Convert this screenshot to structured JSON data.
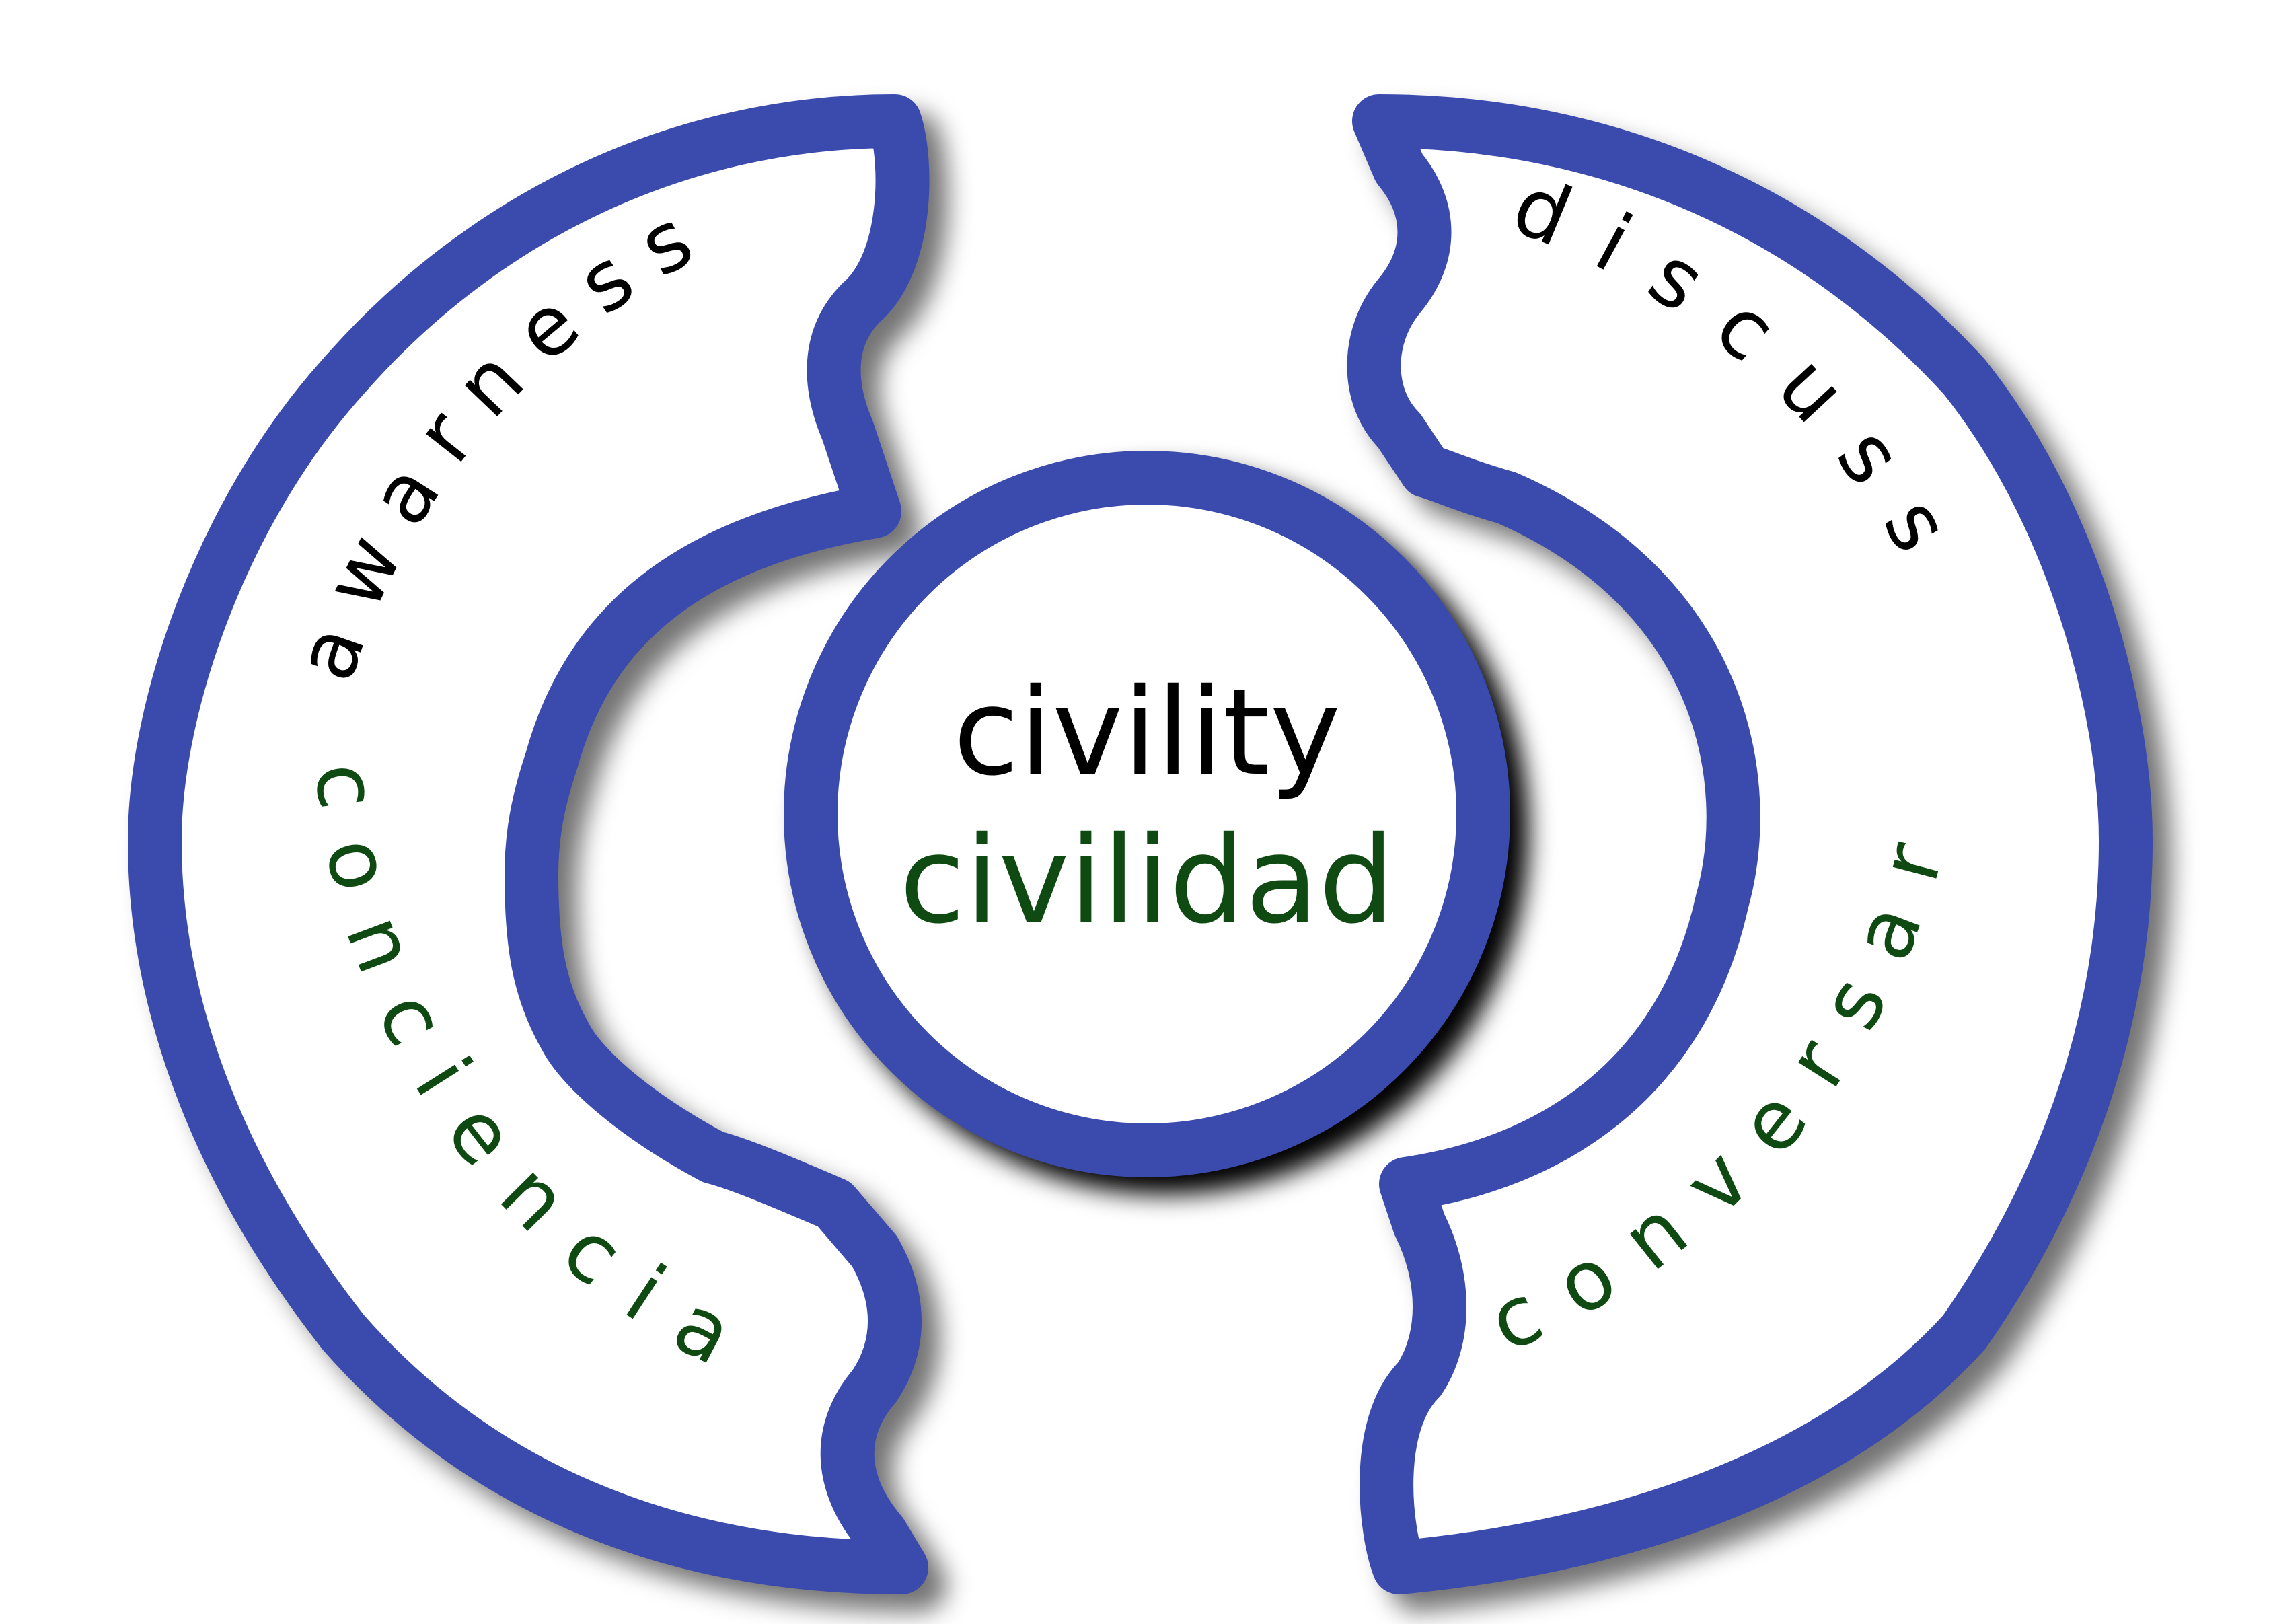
{
  "diagram": {
    "center": {
      "primary": "civility",
      "secondary": "civilidad"
    },
    "left_arc": {
      "primary": "awarness",
      "secondary": "conciencia"
    },
    "right_arc": {
      "primary": "discuss",
      "secondary": "conversar"
    }
  },
  "colors": {
    "ring_stroke": "#3b4aad",
    "primary_text": "#000000",
    "secondary_text": "#0f4a12",
    "shadow": "#000000"
  }
}
